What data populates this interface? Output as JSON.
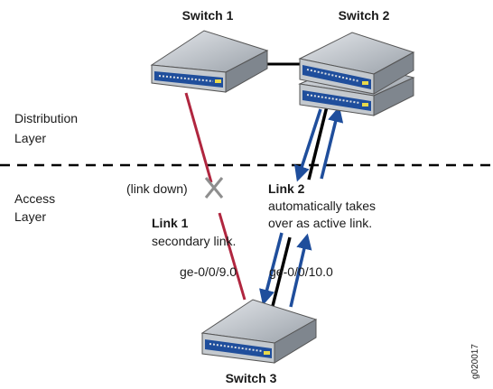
{
  "switches": {
    "switch1": "Switch 1",
    "switch2": "Switch 2",
    "switch3": "Switch 3"
  },
  "layers": {
    "distribution_line1": "Distribution",
    "distribution_line2": "Layer",
    "access_line1": "Access",
    "access_line2": "Layer"
  },
  "link1": {
    "status": "(link down)",
    "title": "Link 1",
    "description": "secondary link.",
    "interface": "ge-0/0/9.0"
  },
  "link2": {
    "title": "Link 2",
    "description_line1": "automatically takes",
    "description_line2": "over as active link.",
    "interface": "ge-0/0/10.0"
  },
  "figure_id": "g020017",
  "colors": {
    "link1_down": "#b0263f",
    "active_arrow": "#1f4e9c",
    "trunk_line": "#000000",
    "failure_mark": "#8e8e8e",
    "switch_body": "#b7bdc4",
    "switch_front": "#1f4e9c",
    "port_led": "#e9d94a"
  }
}
